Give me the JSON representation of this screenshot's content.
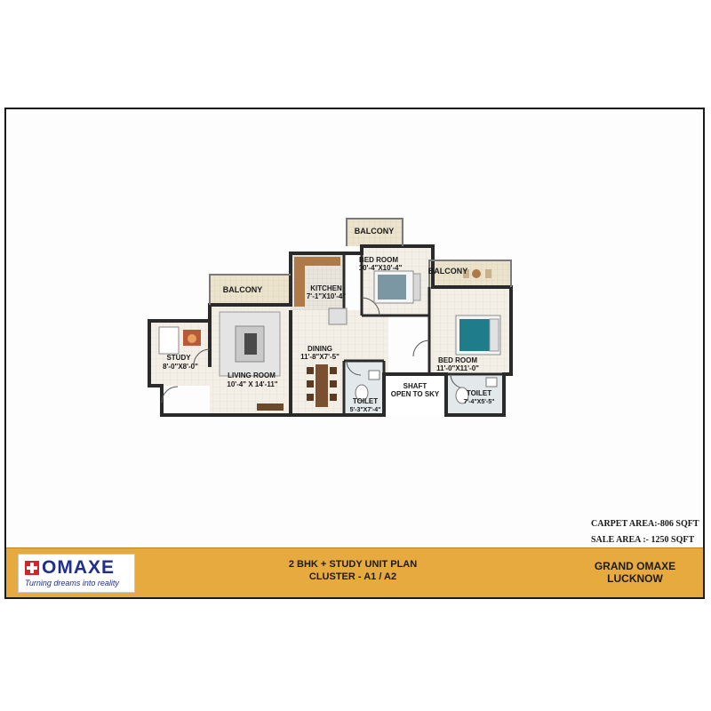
{
  "rooms": {
    "balcony_top": {
      "name": "BALCONY"
    },
    "balcony_left": {
      "name": "BALCONY"
    },
    "balcony_right": {
      "name": "BALCONY"
    },
    "bedroom_1": {
      "name": "BED ROOM",
      "size": "10'-4\"X10'-4\""
    },
    "bedroom_2": {
      "name": "BED ROOM",
      "size": "11'-0\"X11'-0\""
    },
    "kitchen": {
      "name": "KITCHEN",
      "size": "7'-1\"X10'-4\""
    },
    "dining": {
      "name": "DINING",
      "size": "11'-8\"X7'-5\""
    },
    "living": {
      "name": "LIVING ROOM",
      "size": "10'-4\" X 14'-11\""
    },
    "study": {
      "name": "STUDY",
      "size": "8'-0\"X8'-0\""
    },
    "toilet_1": {
      "name": "TOILET",
      "size": "5'-3\"X7'-4\""
    },
    "toilet_2": {
      "name": "TOILET",
      "size": "7'-4\"X5'-5\""
    },
    "shaft": {
      "line1": "SHAFT",
      "line2": "OPEN TO SKY"
    }
  },
  "areas": {
    "carpet": "CARPET AREA:-806 SQFT",
    "sale": "SALE AREA :- 1250 SQFT"
  },
  "footer": {
    "logo_name": "OMAXE",
    "logo_tagline": "Turning dreams into reality",
    "plan_line1": "2 BHK + STUDY UNIT PLAN",
    "plan_line2": "CLUSTER - A1 / A2",
    "project_line1": "GRAND OMAXE",
    "project_line2": "LUCKNOW"
  },
  "colors": {
    "footer_band": "#e7aa3f",
    "brand_blue": "#1f2f8c",
    "brand_red": "#d3242a",
    "floor": "#f2efe8",
    "balcony_floor": "#ece3cc",
    "wall": "#2a2a2a"
  }
}
